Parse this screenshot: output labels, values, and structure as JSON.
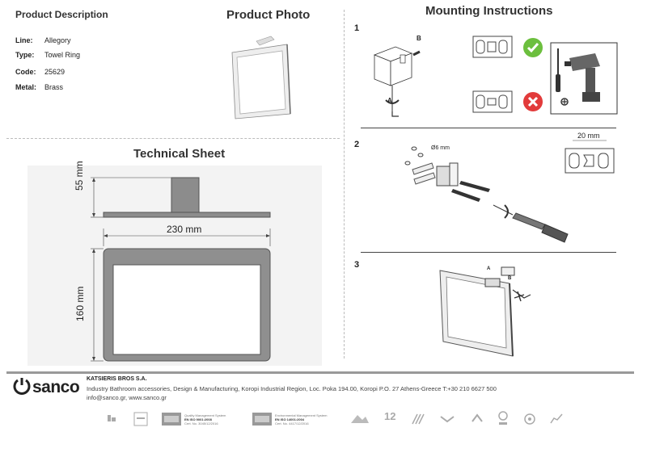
{
  "product_description": {
    "title": "Product Description",
    "rows": [
      {
        "label": "Line:",
        "value": "Allegory"
      },
      {
        "label": "Type:",
        "value": "Towel Ring"
      },
      {
        "label": "Code:",
        "value": "25629"
      },
      {
        "label": "Metal:",
        "value": "Brass"
      }
    ]
  },
  "product_photo": {
    "title": "Product Photo"
  },
  "technical_sheet": {
    "title": "Technical Sheet",
    "dim_height_side": "55 mm",
    "dim_width": "230 mm",
    "dim_height_front": "160 mm"
  },
  "mounting": {
    "title": "Mounting Instructions",
    "steps": [
      "1",
      "2",
      "3"
    ],
    "label_a": "A",
    "label_b": "B",
    "diameter": "Ø6 mm",
    "spacing": "20 mm"
  },
  "footer": {
    "logo_text": "sanco",
    "company": "KATSIERIS BROS S.A.",
    "address": "Industry Bathroom accessories, Design & Manufacturing, Koropi Industrial Region, Loc. Poka 194.00, Koropi P.O. 27  Athens-Greece   T:+30 210 6627 500",
    "contact": "info@sanco.gr, www.sanco.gr",
    "cert1": [
      "Quality Management System",
      "EN ISO 9001:2008",
      "Cert. No. 3045/12/2016"
    ],
    "cert2": [
      "Environmental Management System",
      "EN ISO 14001:2004",
      "Cert. No. 4417/12/2016"
    ],
    "badge_12": "12"
  },
  "colors": {
    "check": "#6cbf3e",
    "cross": "#e23b3b",
    "frame": "#555555",
    "hatch": "#f1f1f1"
  }
}
